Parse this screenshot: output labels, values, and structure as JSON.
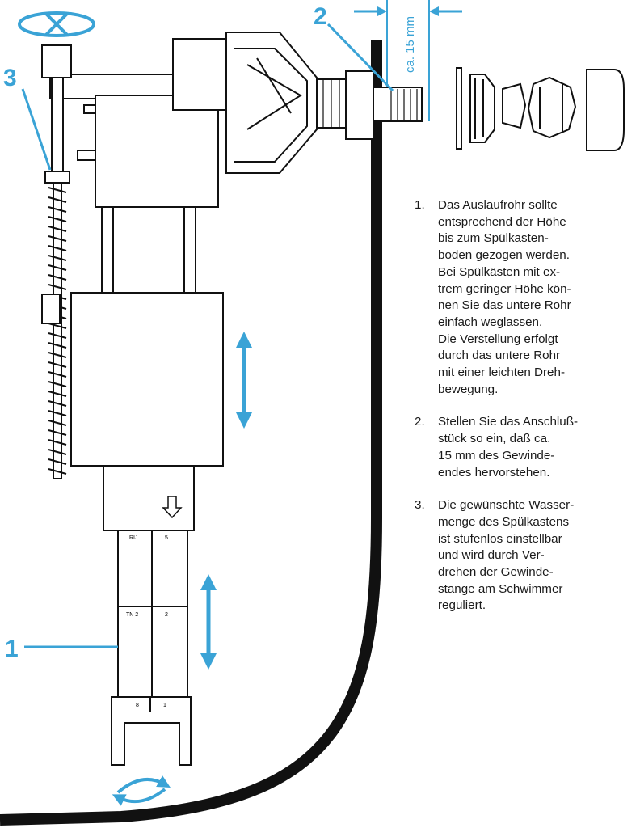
{
  "diagram": {
    "callouts": [
      "1",
      "2",
      "3"
    ],
    "dimension_label": "ca. 15 mm",
    "scale_marks": [
      "RIJ",
      "5",
      "TN 2",
      "2",
      "8",
      "1"
    ],
    "icons": [
      "rotate-arrow-icon",
      "double-vertical-arrow-icon",
      "down-arrow-icon",
      "swivel-arrow-icon"
    ],
    "colors": {
      "accent": "#3aa3d6",
      "line": "#1a1a1a",
      "wall": "#111111"
    }
  },
  "instructions": [
    {
      "number": "1.",
      "lines": [
        "Das Auslaufrohr sollte",
        "entsprechend der Höhe",
        "bis zum Spülkasten-",
        "boden gezogen werden.",
        "Bei Spülkästen mit ex-",
        "trem geringer Höhe kön-",
        "nen Sie das untere Rohr",
        "einfach weglassen.",
        "Die Verstellung erfolgt",
        "durch das untere Rohr",
        "mit einer leichten Dreh-",
        "bewegung."
      ]
    },
    {
      "number": "2.",
      "lines": [
        "Stellen Sie das Anschluß-",
        "stück so ein, daß ca.",
        "15 mm des Gewinde-",
        "endes hervorstehen."
      ]
    },
    {
      "number": "3.",
      "lines": [
        "Die gewünschte Wasser-",
        "menge des Spülkastens",
        "ist stufenlos einstellbar",
        "und wird durch Ver-",
        "drehen der Gewinde-",
        "stange am Schwimmer",
        "reguliert."
      ]
    }
  ]
}
